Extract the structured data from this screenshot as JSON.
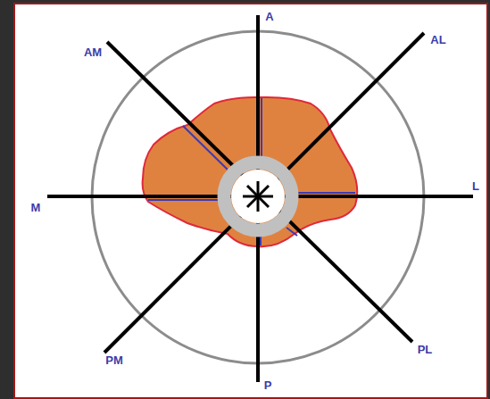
{
  "diagram": {
    "labels": [
      "A",
      "AL",
      "L",
      "PL",
      "P",
      "PM",
      "M",
      "AM"
    ]
  }
}
